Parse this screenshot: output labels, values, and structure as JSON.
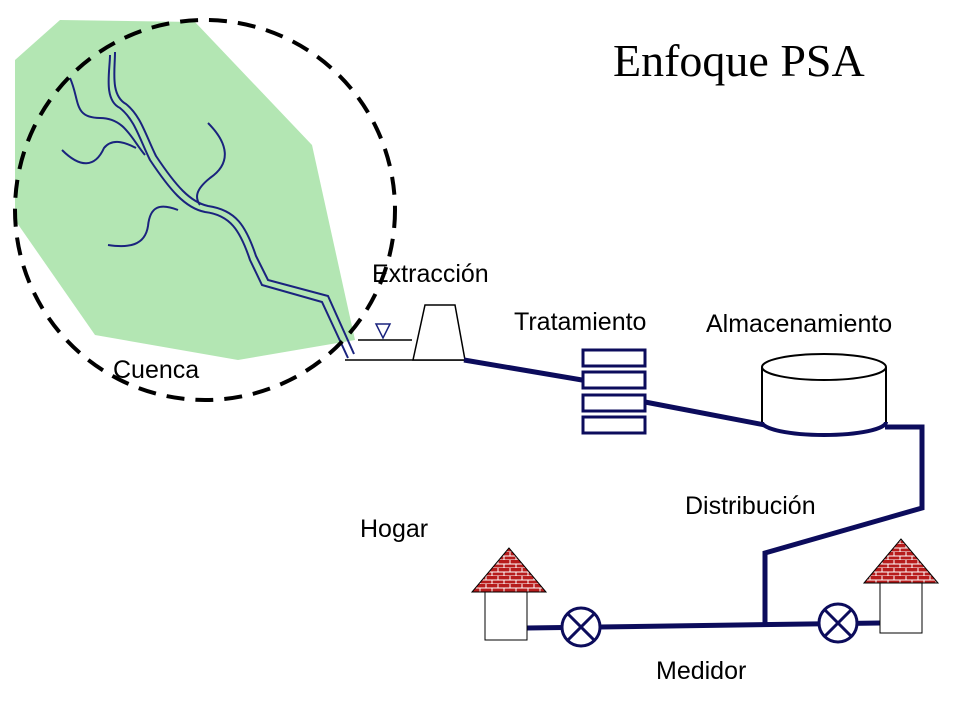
{
  "title": "Enfoque PSA",
  "labels": {
    "watershed": "Cuenca",
    "extraction": "Extracción",
    "treatment": "Tratamiento",
    "storage": "Almacenamiento",
    "distribution": "Distribución",
    "household": "Hogar",
    "meter": "Medidor"
  },
  "colors": {
    "watershed_fill": "#b3e6b3",
    "pipe": "#0c0c5c",
    "stream": "#1a237e",
    "roof": "#b71c1c",
    "outline": "#000000"
  }
}
